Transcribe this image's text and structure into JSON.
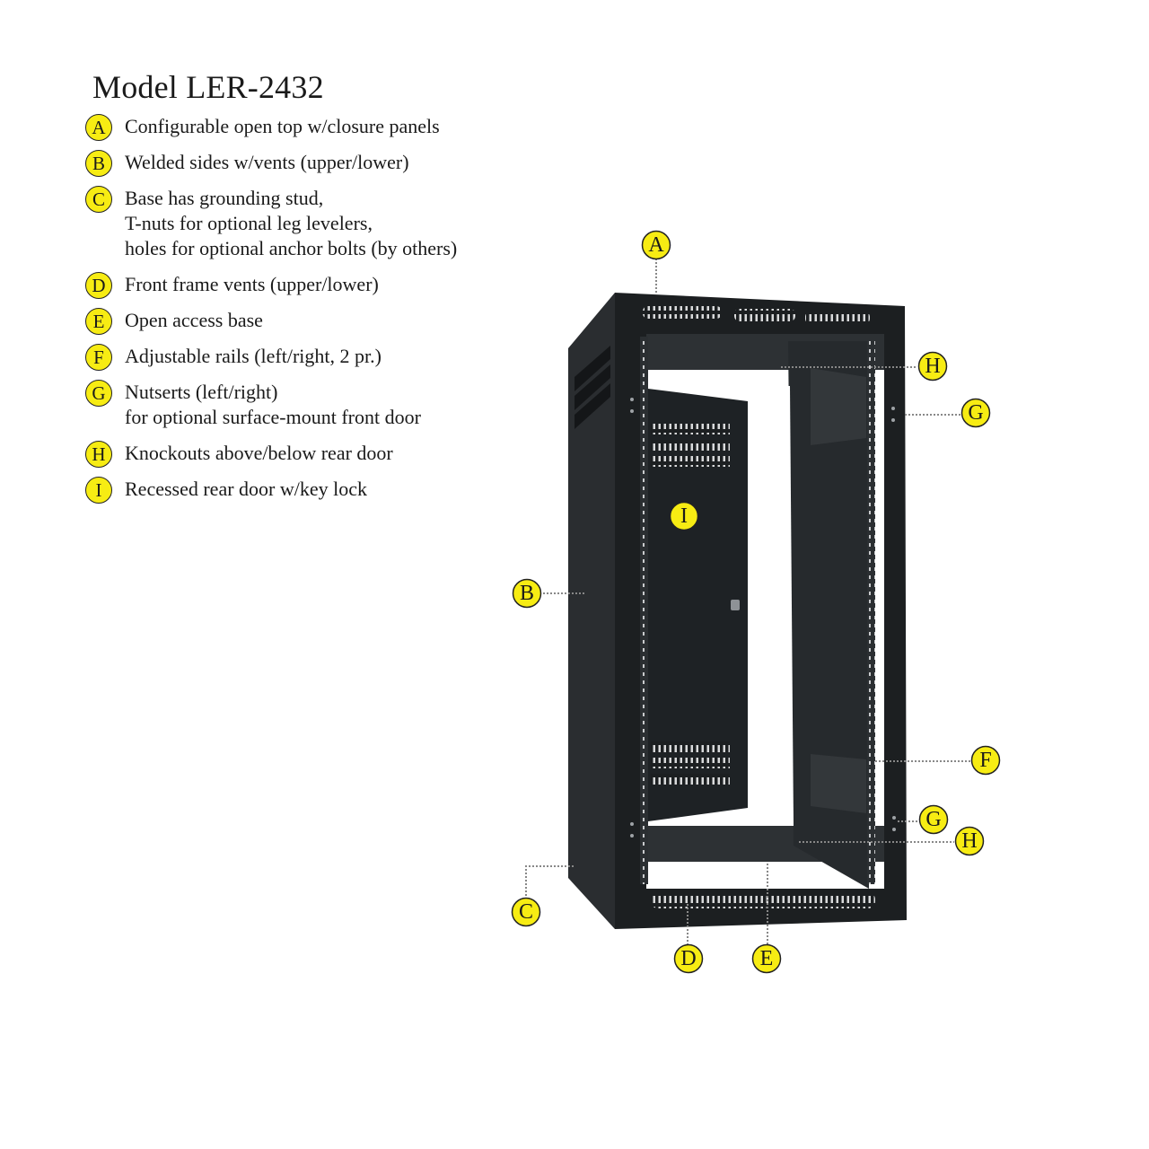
{
  "title": "Model LER-2432",
  "features": [
    {
      "letter": "A",
      "lines": [
        "Configurable open top w/closure panels"
      ]
    },
    {
      "letter": "B",
      "lines": [
        "Welded sides w/vents (upper/lower)"
      ]
    },
    {
      "letter": "C",
      "lines": [
        "Base has grounding stud,",
        "T-nuts for optional leg levelers,",
        "holes for optional anchor bolts (by others)"
      ]
    },
    {
      "letter": "D",
      "lines": [
        "Front frame vents (upper/lower)"
      ]
    },
    {
      "letter": "E",
      "lines": [
        "Open access base"
      ]
    },
    {
      "letter": "F",
      "lines": [
        "Adjustable rails (left/right, 2 pr.)"
      ]
    },
    {
      "letter": "G",
      "lines": [
        "Nutserts (left/right)",
        "for optional surface-mount front door"
      ]
    },
    {
      "letter": "H",
      "lines": [
        "Knockouts above/below rear door"
      ]
    },
    {
      "letter": "I",
      "lines": [
        "Recessed rear door w/key lock"
      ]
    }
  ],
  "callouts": [
    "A",
    "H",
    "G",
    "I",
    "B",
    "F",
    "G",
    "H",
    "C",
    "D",
    "E"
  ],
  "colors": {
    "badge_fill": "#f7ec13",
    "rack_body": "#1c1f21",
    "rack_side": "#2a2d30",
    "leader": "#888888"
  }
}
